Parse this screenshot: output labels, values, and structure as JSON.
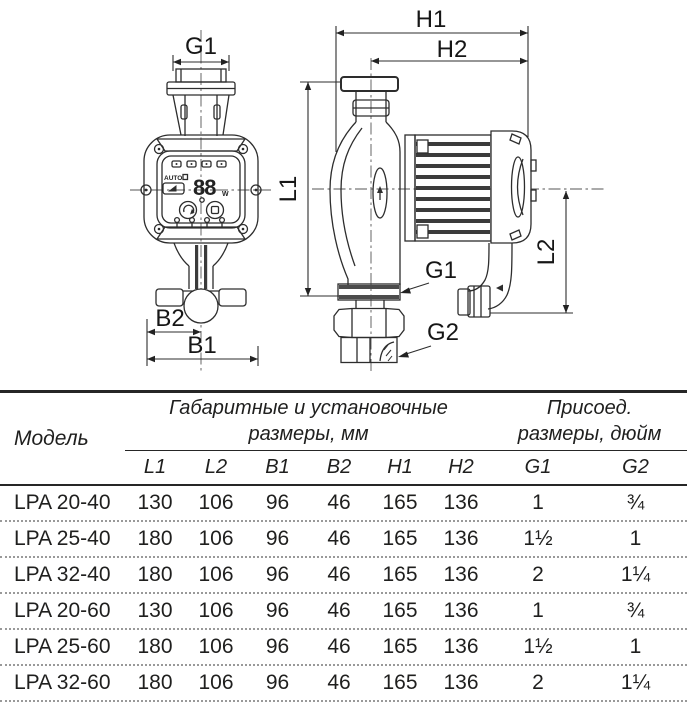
{
  "drawing": {
    "front_view": {
      "dim_g1": "G1",
      "dim_b2": "B2",
      "dim_b1": "B1",
      "display": {
        "auto": "AUTO",
        "power": "88",
        "unit": "W"
      },
      "icons": [
        "speed-level-indicator-icons",
        "auto-mode-icon",
        "power-display",
        "rotate-mode-button-icon",
        "select-mode-button-icon",
        "connection-pin-icons"
      ]
    },
    "side_view": {
      "dim_h1": "H1",
      "dim_h2": "H2",
      "dim_l1": "L1",
      "dim_l2": "L2",
      "dim_g1": "G1",
      "dim_g2": "G2"
    }
  },
  "table": {
    "col_model": "Модель",
    "group1": {
      "line1": "Габаритные и установочные",
      "line2": "размеры, мм"
    },
    "group2": {
      "line1": "Присоед.",
      "line2": "размеры, дюйм"
    },
    "columns": [
      "L1",
      "L2",
      "B1",
      "B2",
      "H1",
      "H2",
      "G1",
      "G2"
    ],
    "rows": [
      {
        "model": "LPA 20-40",
        "values": [
          "130",
          "106",
          "96",
          "46",
          "165",
          "136",
          "1",
          "¾"
        ]
      },
      {
        "model": "LPA 25-40",
        "values": [
          "180",
          "106",
          "96",
          "46",
          "165",
          "136",
          "1½",
          "1"
        ]
      },
      {
        "model": "LPA 32-40",
        "values": [
          "180",
          "106",
          "96",
          "46",
          "165",
          "136",
          "2",
          "1¼"
        ]
      },
      {
        "model": "LPA 20-60",
        "values": [
          "130",
          "106",
          "96",
          "46",
          "165",
          "136",
          "1",
          "¾"
        ]
      },
      {
        "model": "LPA 25-60",
        "values": [
          "180",
          "106",
          "96",
          "46",
          "165",
          "136",
          "1½",
          "1"
        ]
      },
      {
        "model": "LPA 32-60",
        "values": [
          "180",
          "106",
          "96",
          "46",
          "165",
          "136",
          "2",
          "1¼"
        ]
      }
    ]
  }
}
